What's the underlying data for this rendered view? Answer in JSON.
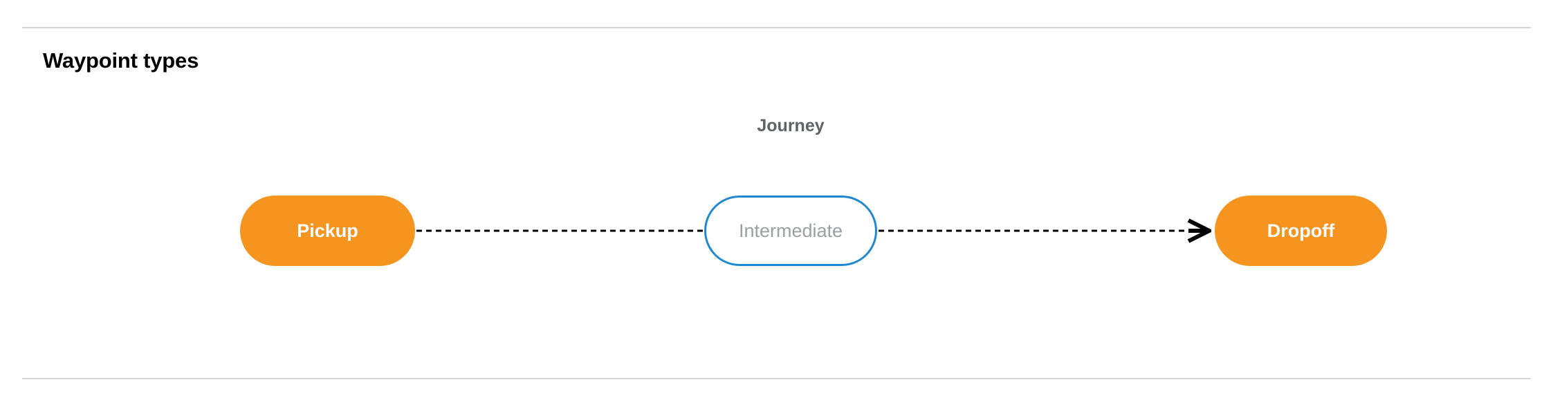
{
  "section": {
    "title": "Waypoint types"
  },
  "diagram": {
    "group_label": "Journey",
    "nodes": [
      {
        "id": "pickup",
        "label": "Pickup",
        "kind": "terminal",
        "fill": "#f5941f",
        "text_color": "#ffffff"
      },
      {
        "id": "intermediate",
        "label": "Intermediate",
        "kind": "intermediate",
        "fill": "#ffffff",
        "border_color": "#1e88d3",
        "text_color": "#9aa0a6"
      },
      {
        "id": "dropoff",
        "label": "Dropoff",
        "kind": "terminal",
        "fill": "#f5941f",
        "text_color": "#ffffff"
      }
    ],
    "edges": [
      {
        "from": "pickup",
        "to": "intermediate",
        "style": "dashed",
        "arrow": false,
        "color": "#000000"
      },
      {
        "from": "intermediate",
        "to": "dropoff",
        "style": "dashed",
        "arrow": true,
        "color": "#000000"
      }
    ]
  },
  "colors": {
    "terminal_node": "#f5941f",
    "intermediate_border": "#1e88d3",
    "intermediate_text": "#9aa0a6",
    "group_label": "#5f6368",
    "divider": "#d6d6d8",
    "edge": "#000000",
    "background": "#ffffff"
  }
}
